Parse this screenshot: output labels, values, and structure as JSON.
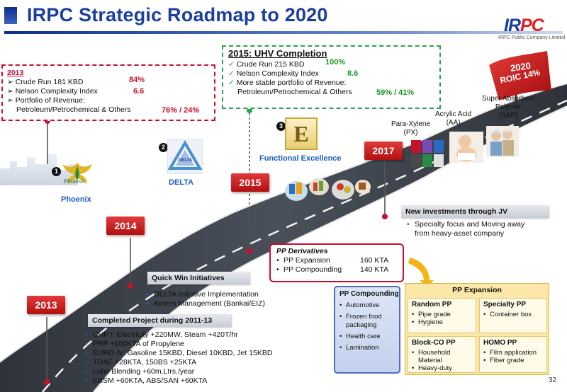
{
  "title": "IRPC Strategic Roadmap to 2020",
  "logo": {
    "brand_left": "IR",
    "brand_right": "PC",
    "subtitle": "IRPC Public Company Limited"
  },
  "box_2013": {
    "heading": "2013",
    "crude_label": "Crude Run  181 KBD",
    "crude_value": "84%",
    "nelson_label": "Nelson Complexity Index",
    "nelson_value": "6.6",
    "portfolio_label": "Portfolio of  Revenue:",
    "portfolio_sub": "Petroleum/Petrochemical & Others",
    "portfolio_value": "76% / 24%"
  },
  "box_2015": {
    "heading": "2015: UHV Completion",
    "crude_label": "Crude Run 215 KBD",
    "crude_value": "100%",
    "nelson_label": "Nelson Complexity Index",
    "nelson_value": "8.6",
    "portfolio_label": "More stable portfolio of Revenue:",
    "portfolio_sub": "Petroleum/Petrochemical & Others",
    "portfolio_value": "59% / 41%"
  },
  "years": {
    "y2013": "2013",
    "y2014": "2014",
    "y2015": "2015",
    "y2017": "2017"
  },
  "flag": {
    "year": "2020",
    "text": "ROIC 14%"
  },
  "initiatives": [
    {
      "num": "1",
      "label": "Phoenix",
      "logo_text": "Phoenix"
    },
    {
      "num": "2",
      "label": "DELTA",
      "logo_text": "DELTA"
    },
    {
      "num": "3",
      "label": "Functional Excellence",
      "logo_text": "E"
    }
  ],
  "products": [
    {
      "name": "Para-Xylene",
      "code": "(PX)"
    },
    {
      "name": "Acrylic Acid",
      "code": "(AA)"
    },
    {
      "name": "Super Absorbent",
      "name2": "Polymer",
      "code": "(SAP)"
    }
  ],
  "jv": {
    "heading": "New investments through JV",
    "bullet1": "Specialty focus and Moving away",
    "bullet2": "from heavy-asset company"
  },
  "quick_win": {
    "heading": "Quick Win Initiatives",
    "items": [
      "DELTA Initiative Implementation",
      "Assets Management (Bankai/EIZ)"
    ]
  },
  "completed": {
    "heading": "Completed Project during 2011-13",
    "items": [
      "CHP I: Electricity +220MW, Steam +420T/hr",
      "PRP +100KTA of Propylene",
      "EURO IV: Gasoline 15KBD, Diesel 10KBD, Jet 15KBD",
      "TDAE +28KTA, 150BS +25KTA",
      "Lube Blending +60m.Ltrs./year",
      "EBSM +60KTA, ABS/SAN +60KTA"
    ]
  },
  "pp_derivatives": {
    "heading": "PP Derivatives",
    "items": [
      {
        "label": "PP Expansion",
        "value": "160  KTA"
      },
      {
        "label": "PP Compounding",
        "value": "140  KTA"
      }
    ]
  },
  "pp_compounding": {
    "heading": "PP Compounding",
    "items": [
      "Automotive",
      "Frozen food packaging",
      "Health care",
      "Lamination"
    ]
  },
  "pp_expansion": {
    "heading": "PP Expansion",
    "random": {
      "heading": "Random PP",
      "items": [
        "Pipe grade",
        "Hygiene"
      ]
    },
    "specialty": {
      "heading": "Specialty PP",
      "items": [
        "Container box"
      ]
    },
    "blockco": {
      "heading": "Block-CO PP",
      "items": [
        "Household Material",
        "Heavy-duty"
      ]
    },
    "homo": {
      "heading": "HOMO PP",
      "items": [
        "Film application",
        "Fiber grade"
      ]
    }
  },
  "page_number": "32",
  "colors": {
    "brand_blue": "#1b3fa0",
    "accent_red": "#c8102e",
    "accent_green": "#1a9a2a",
    "road": "#3a3f48"
  }
}
